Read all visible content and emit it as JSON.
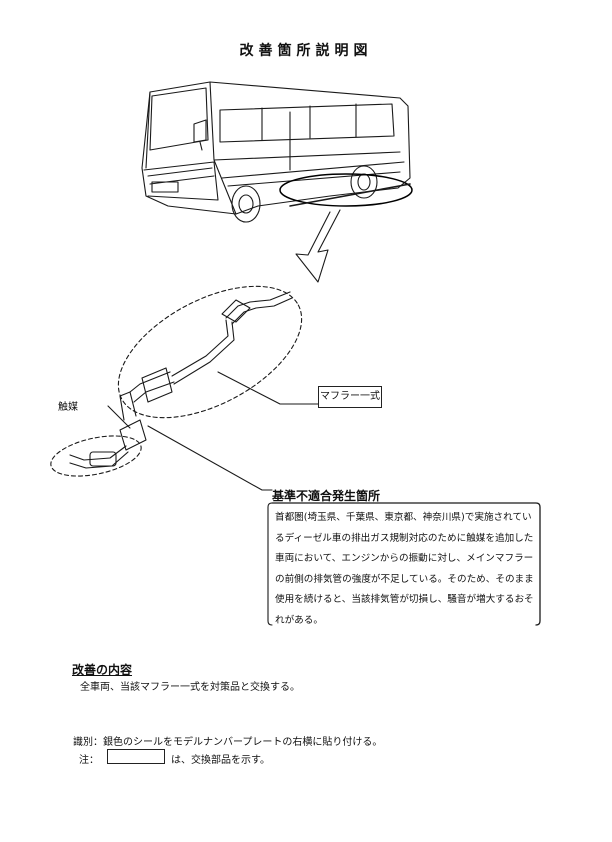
{
  "title": "改善箇所説明図",
  "muffler_label": "マフラー一式",
  "catalyst_label": "触媒",
  "defect": {
    "heading": "基準不適合発生箇所",
    "text": "首都圏(埼玉県、千葉県、東京都、神奈川県)で実施されているディーゼル車の排出ガス規制対応のために触媒を追加した車両において、エンジンからの振動に対し、メインマフラーの前側の排気管の強度が不足している。そのため、そのまま使用を続けると、当該排気管が切損し、騒音が増大するおそれがある。"
  },
  "improvement": {
    "heading": "改善の内容",
    "text": "全車両、当該マフラー一式を対策品と交換する。"
  },
  "identification": "識別：銀色のシールをモデルナンバープレートの右横に貼り付ける。",
  "note": {
    "label": "注：",
    "text": "は、交換部品を示す。"
  }
}
